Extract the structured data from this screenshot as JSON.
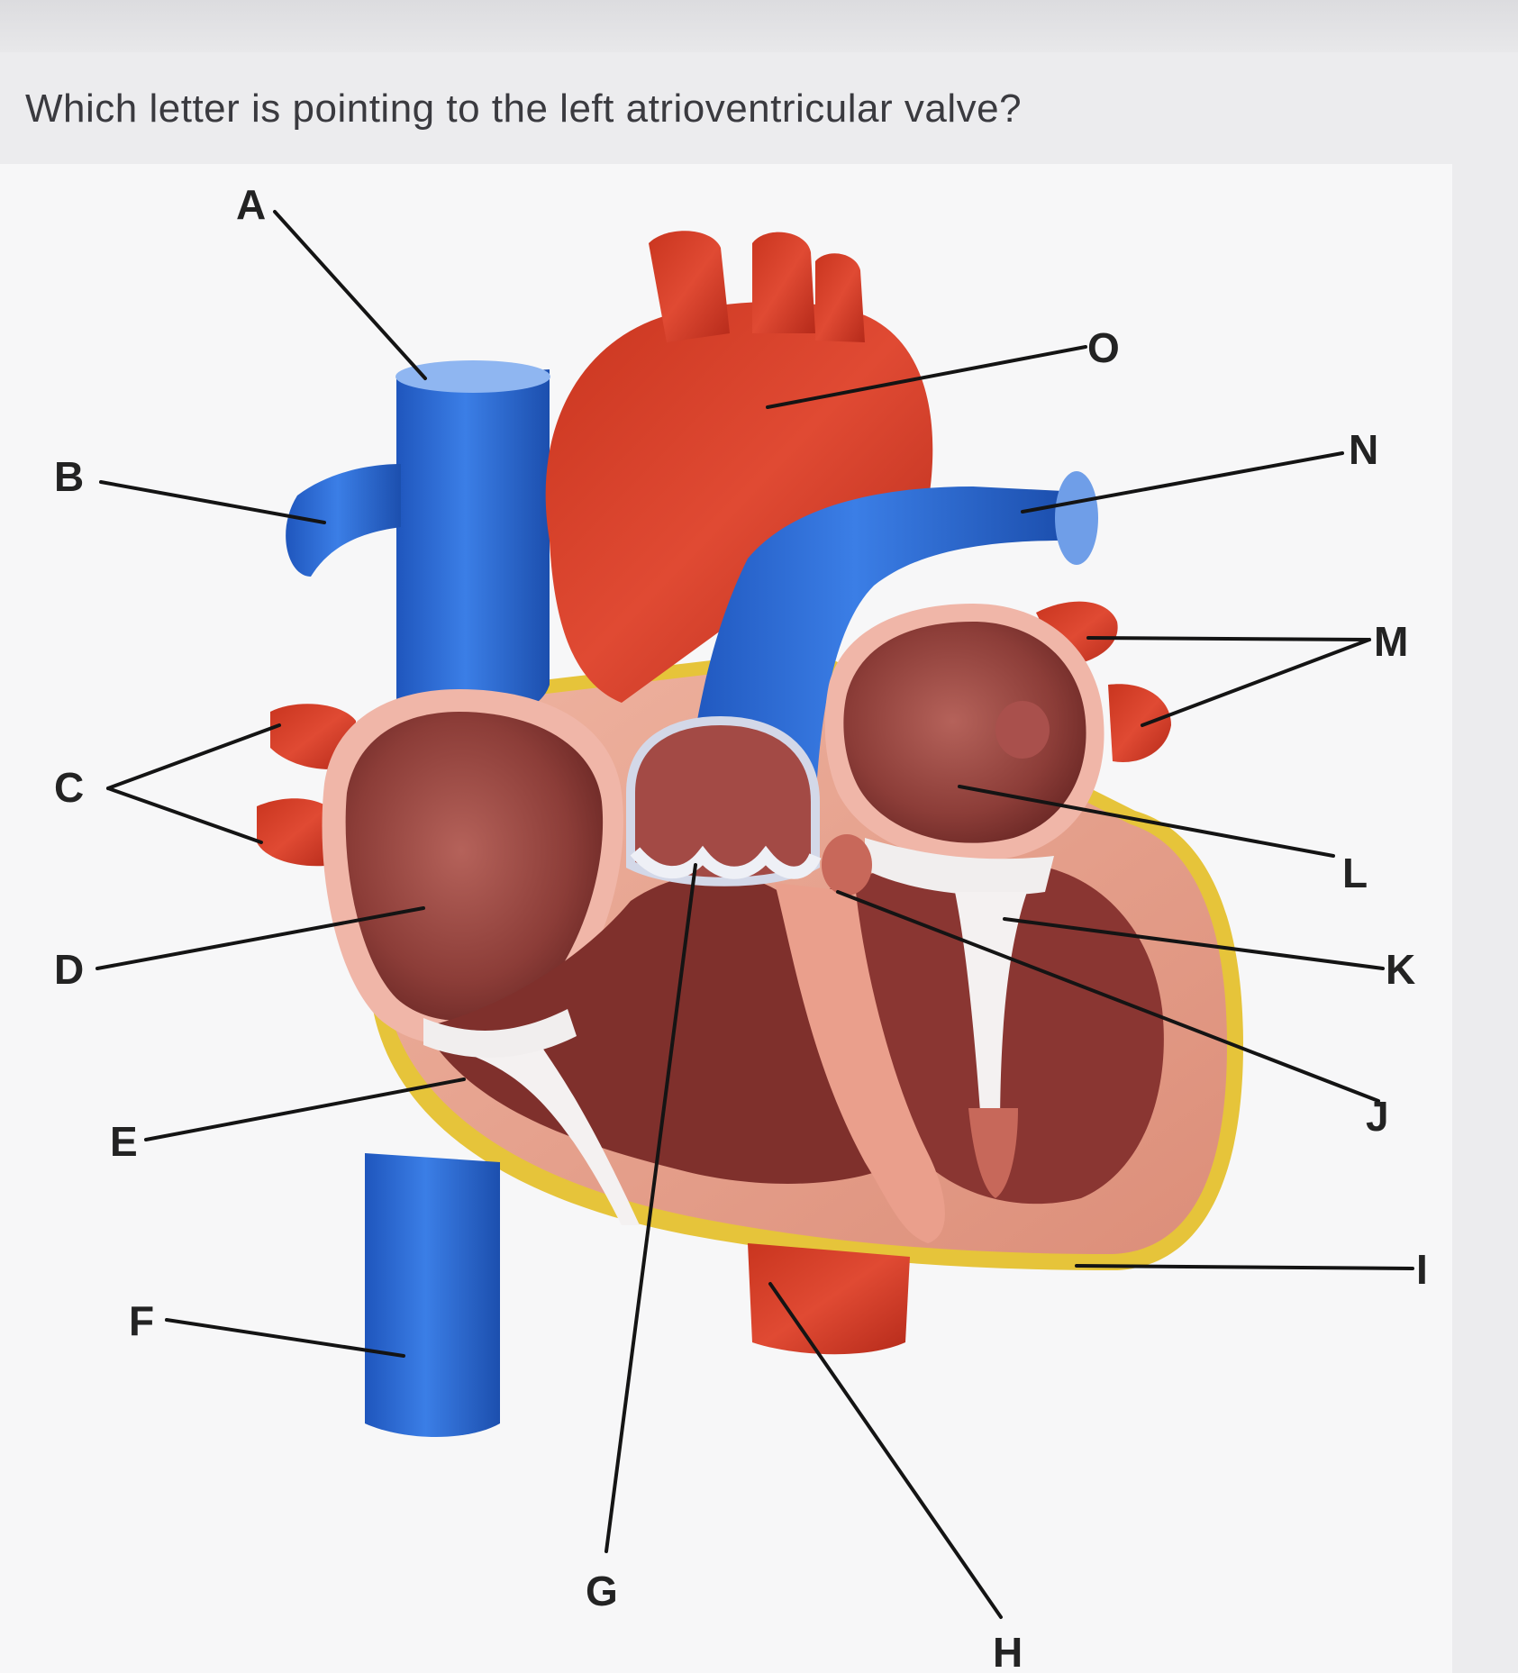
{
  "question": {
    "text": "Which letter is pointing to the left atrioventricular valve?"
  },
  "diagram": {
    "labels": [
      "A",
      "B",
      "C",
      "D",
      "E",
      "F",
      "G",
      "H",
      "I",
      "J",
      "K",
      "L",
      "M",
      "N",
      "O"
    ]
  },
  "colors": {
    "vein_blue": "#2a69d6",
    "artery_red": "#d5402e",
    "muscle_pink": "#e9a08c",
    "chamber": "#8a3b36",
    "fat_yellow": "#e6c43a",
    "valve_white": "#f1eeee"
  }
}
